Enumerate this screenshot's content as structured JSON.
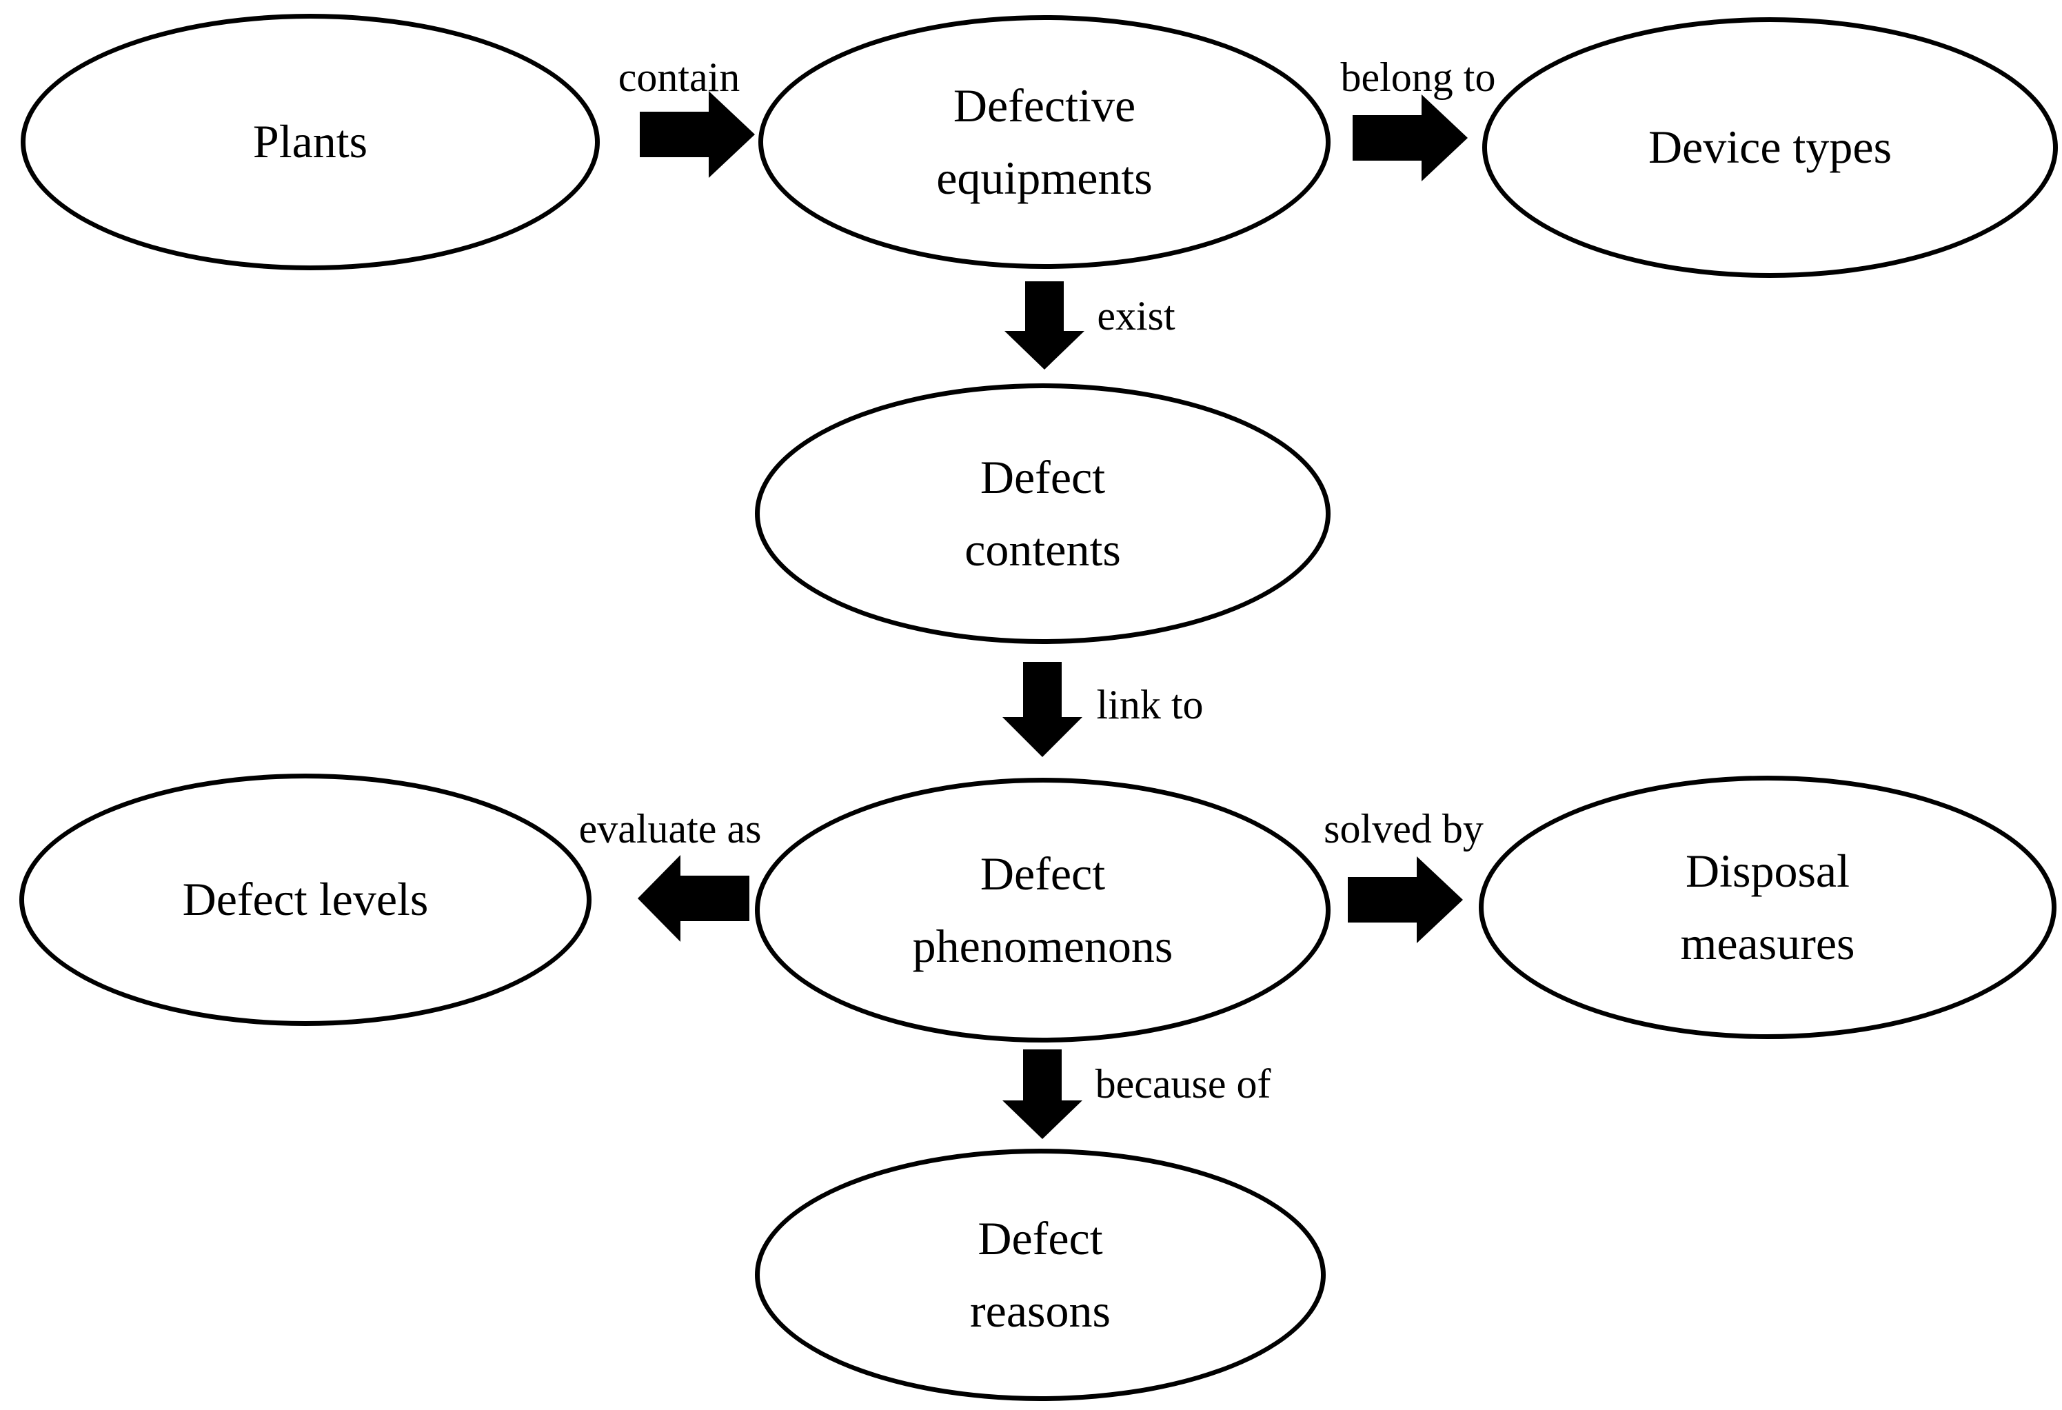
{
  "diagram": {
    "colors": {
      "background": "#ffffff",
      "node_fill": "#ffffff",
      "node_stroke": "#000000",
      "arrow_fill": "#000000",
      "text": "#000000"
    },
    "nodes": [
      {
        "id": "plants",
        "label": "Plants"
      },
      {
        "id": "defective-equipments",
        "label": "Defective\nequipments"
      },
      {
        "id": "device-types",
        "label": "Device types"
      },
      {
        "id": "defect-contents",
        "label": "Defect\ncontents"
      },
      {
        "id": "defect-levels",
        "label": "Defect levels"
      },
      {
        "id": "defect-phenomenons",
        "label": "Defect\nphenomenons"
      },
      {
        "id": "disposal-measures",
        "label": "Disposal\nmeasures"
      },
      {
        "id": "defect-reasons",
        "label": "Defect\nreasons"
      }
    ],
    "edges": [
      {
        "label": "contain",
        "from": "plants",
        "to": "defective-equipments",
        "direction": "right"
      },
      {
        "label": "belong to",
        "from": "defective-equipments",
        "to": "device-types",
        "direction": "right"
      },
      {
        "label": "exist",
        "from": "defective-equipments",
        "to": "defect-contents",
        "direction": "down"
      },
      {
        "label": "link to",
        "from": "defect-contents",
        "to": "defect-phenomenons",
        "direction": "down"
      },
      {
        "label": "evaluate as",
        "from": "defect-phenomenons",
        "to": "defect-levels",
        "direction": "left"
      },
      {
        "label": "solved by",
        "from": "defect-phenomenons",
        "to": "disposal-measures",
        "direction": "right"
      },
      {
        "label": "because of",
        "from": "defect-phenomenons",
        "to": "defect-reasons",
        "direction": "down"
      }
    ]
  }
}
